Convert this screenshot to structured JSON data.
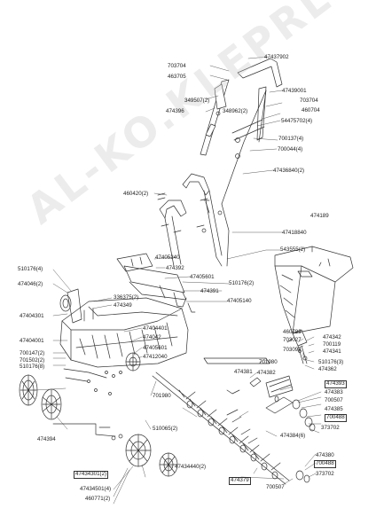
{
  "watermark": "AL-KO.KLEPRL",
  "labels": {
    "l_47437902": "47437902",
    "l_703704a": "703704",
    "l_463705": "463705",
    "l_349507": "349507(2)",
    "l_474396": "474396",
    "l_348962": "348962(2)",
    "l_47439001": "47439001",
    "l_703704b": "703704",
    "l_460704": "460704",
    "l_54475702": "54475702(4)",
    "l_700137": "700137(4)",
    "l_700044": "700044(4)",
    "l_47436840": "47436840(2)",
    "l_460420": "460420(2)",
    "l_474189": "474189",
    "l_47418840": "47418840",
    "l_543555": "543555(2)",
    "l_510176_4": "510176(4)",
    "l_47405240": "47405240",
    "l_474392": "474392",
    "l_47405601a": "47405601",
    "l_474046": "474046(2)",
    "l_510176_2": "510176(2)",
    "l_474391": "474391",
    "l_336375": "336375(2)",
    "l_474349": "474349",
    "l_47405140": "47405140",
    "l_47404301": "47404301",
    "l_47404401": "47404401",
    "l_474042": "474042",
    "l_47404001": "47404001",
    "l_47405601b": "47405601",
    "l_700147": "700147(2)",
    "l_701502": "701502(2)",
    "l_510176_8": "510176(8)",
    "l_47412040": "47412040",
    "l_460783": "460783",
    "l_703027": "703027",
    "l_703094": "703094",
    "l_474342": "474342",
    "l_700119": "700119",
    "l_474341": "474341",
    "l_510176_3": "510176(3)",
    "l_474362": "474362",
    "l_701980a": "701980",
    "l_474381": "474381",
    "l_474382": "474382",
    "l_474393": "474393",
    "l_474383": "474383",
    "l_700507a": "700507",
    "l_474385": "474385",
    "l_700488a": "700488",
    "l_373702a": "373702",
    "l_474384": "474384(6)",
    "l_701980b": "701980",
    "l_510065": "510065(2)",
    "l_474394": "474394",
    "l_47434301": "47434301(2)",
    "l_47434440": "47434440(2)",
    "l_47434501": "47434501(4)",
    "l_460771": "460771(2)",
    "l_474379": "474379",
    "l_474380": "474380",
    "l_700488b": "700488",
    "l_373702b": "373702",
    "l_700507b": "700507"
  }
}
